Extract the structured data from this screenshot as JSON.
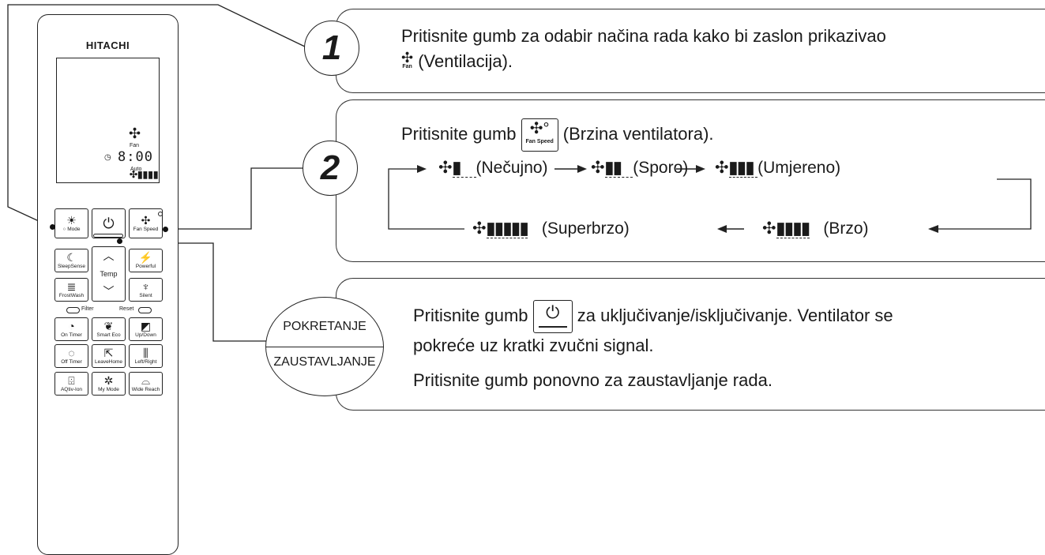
{
  "remote": {
    "brand": "HITACHI",
    "lcd": {
      "fan_label": "Fan",
      "time": "8:00",
      "auto_label": "Auto"
    },
    "buttons": {
      "mode": "Mode",
      "fan_speed": "Fan Speed",
      "sleepsense": "SleepSense",
      "temp": "Temp",
      "powerful": "Powerful",
      "frostwash": "FrostWash",
      "silent": "Silent",
      "filter": "Filter",
      "reset": "Reset",
      "on_timer": "On Timer",
      "smart_eco": "Smart Eco",
      "up_down": "Up/Down",
      "off_timer": "Off Timer",
      "leavehome": "LeaveHome",
      "left_right": "Left/Right",
      "aqtiv_ion": "AQtiv-Ion",
      "my_mode": "My Mode",
      "wide_reach": "Wide Reach"
    }
  },
  "step1": {
    "number": "1",
    "line1": "Pritisnite gumb za odabir načina rada kako bi zaslon prikazivao",
    "fan_small": "Fan",
    "line2": "(Ventilacija)."
  },
  "step2": {
    "number": "2",
    "before": "Pritisnite gumb",
    "key_label": "Fan Speed",
    "after": "(Brzina ventilatora).",
    "speeds": {
      "silent": "(Nečujno)",
      "slow": "(Sporo)",
      "medium": "(Umjereno)",
      "fast": "(Brzo)",
      "superfast": "(Superbrzo)"
    }
  },
  "step3": {
    "oval_top": "POKRETANJE",
    "oval_bottom": "ZAUSTAVLJANJE",
    "line1_before": "Pritisnite gumb",
    "line1_after": "za uključivanje/isključivanje. Ventilator se",
    "line2": "pokreće uz kratki zvučni signal.",
    "line3": "Pritisnite gumb ponovno za zaustavljanje rada."
  }
}
